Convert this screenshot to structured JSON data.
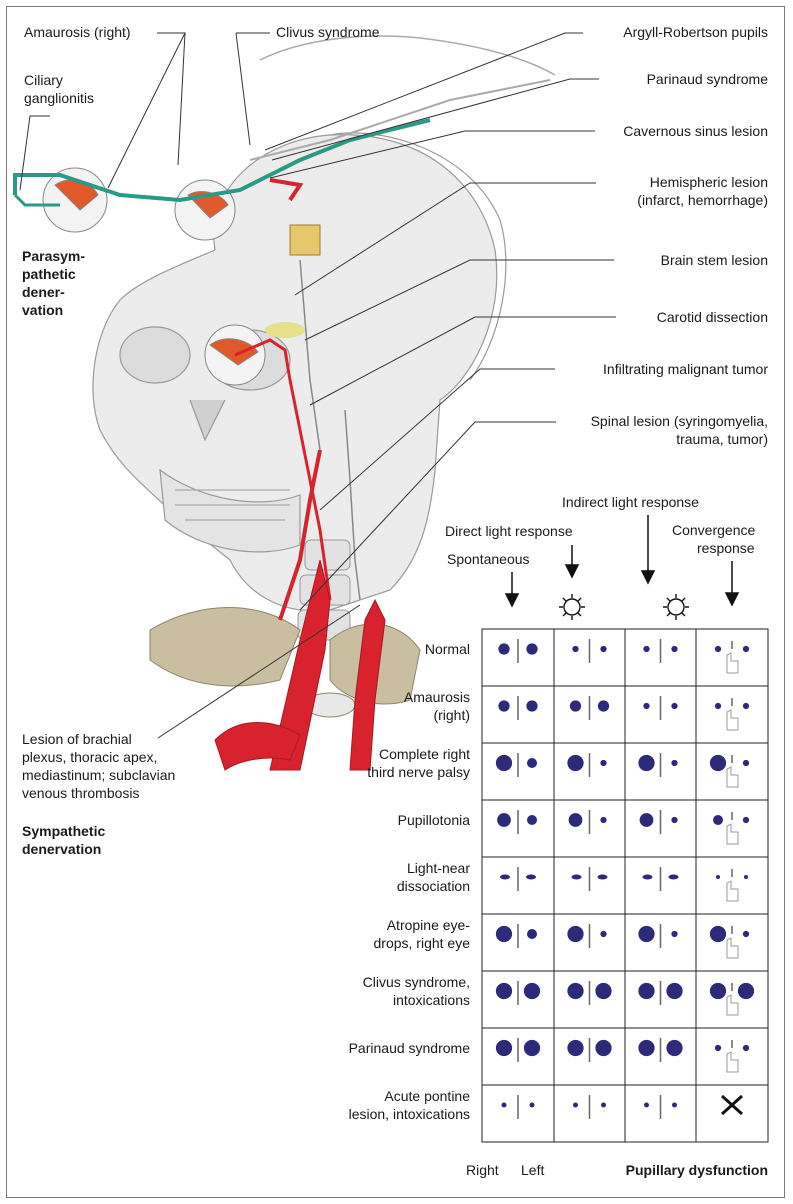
{
  "callouts_left": {
    "amaurosis_right": "Amaurosis (right)",
    "ciliary_1": "Ciliary",
    "ciliary_2": "ganglionitis",
    "clivus": "Clivus syndrome"
  },
  "callouts_right": {
    "argyll": "Argyll-Robertson pupils",
    "parinaud": "Parinaud syndrome",
    "cavernous": "Cavernous sinus lesion",
    "hemispheric_1": "Hemispheric lesion",
    "hemispheric_2": "(infarct, hemorrhage)",
    "brainstem": "Brain stem lesion",
    "carotid": "Carotid dissection",
    "infiltrating": "Infiltrating malignant tumor",
    "spinal_1": "Spinal lesion (syringomyelia,",
    "spinal_2": "trauma, tumor)"
  },
  "parasym": [
    "Parasym-",
    "pathetic",
    "dener-",
    "vation"
  ],
  "brachial": [
    "Lesion of brachial",
    "plexus, thoracic apex,",
    "mediastinum; subclavian",
    "venous thrombosis"
  ],
  "sympathetic": [
    "Sympathetic",
    "denervation"
  ],
  "columns": {
    "indirect": "Indirect light response",
    "direct": "Direct light response",
    "convergence_1": "Convergence",
    "convergence_2": "response",
    "spontaneous": "Spontaneous"
  },
  "rows": [
    {
      "label": [
        "Normal"
      ],
      "cells": [
        [
          9,
          9
        ],
        [
          5,
          5
        ],
        [
          5,
          5
        ],
        [
          5,
          5
        ]
      ]
    },
    {
      "label": [
        "Amaurosis",
        "(right)"
      ],
      "cells": [
        [
          9,
          9
        ],
        [
          9,
          9
        ],
        [
          5,
          5
        ],
        [
          5,
          5
        ]
      ]
    },
    {
      "label": [
        "Complete right",
        "third nerve palsy"
      ],
      "cells": [
        [
          13,
          8
        ],
        [
          13,
          5
        ],
        [
          13,
          5
        ],
        [
          13,
          5
        ]
      ]
    },
    {
      "label": [
        "Pupillotonia"
      ],
      "cells": [
        [
          11,
          8
        ],
        [
          11,
          5
        ],
        [
          11,
          5
        ],
        [
          8,
          5
        ]
      ]
    },
    {
      "label": [
        "Light-near",
        "dissociation"
      ],
      "cells": [
        [
          5,
          5
        ],
        [
          5,
          5
        ],
        [
          5,
          5
        ],
        [
          3,
          3
        ]
      ]
    },
    {
      "label": [
        "Atropine eye-",
        "drops, right eye"
      ],
      "cells": [
        [
          13,
          8
        ],
        [
          13,
          5
        ],
        [
          13,
          5
        ],
        [
          13,
          5
        ]
      ]
    },
    {
      "label": [
        "Clivus syndrome,",
        "intoxications"
      ],
      "cells": [
        [
          13,
          13
        ],
        [
          13,
          13
        ],
        [
          13,
          13
        ],
        [
          13,
          13
        ]
      ]
    },
    {
      "label": [
        "Parinaud syndrome"
      ],
      "cells": [
        [
          13,
          13
        ],
        [
          13,
          13
        ],
        [
          13,
          13
        ],
        [
          5,
          5
        ]
      ]
    },
    {
      "label": [
        "Acute pontine",
        "lesion, intoxications"
      ],
      "cells": [
        [
          4,
          4
        ],
        [
          4,
          4
        ],
        [
          4,
          4
        ],
        [
          0,
          0
        ]
      ]
    }
  ],
  "footer": {
    "right": "Right",
    "left": "Left",
    "title": "Pupillary dysfunction"
  },
  "colors": {
    "pupil": "#2e2a7a",
    "artery": "#d8232f",
    "nerve": "#2a9a86",
    "bone": "#ededed"
  }
}
